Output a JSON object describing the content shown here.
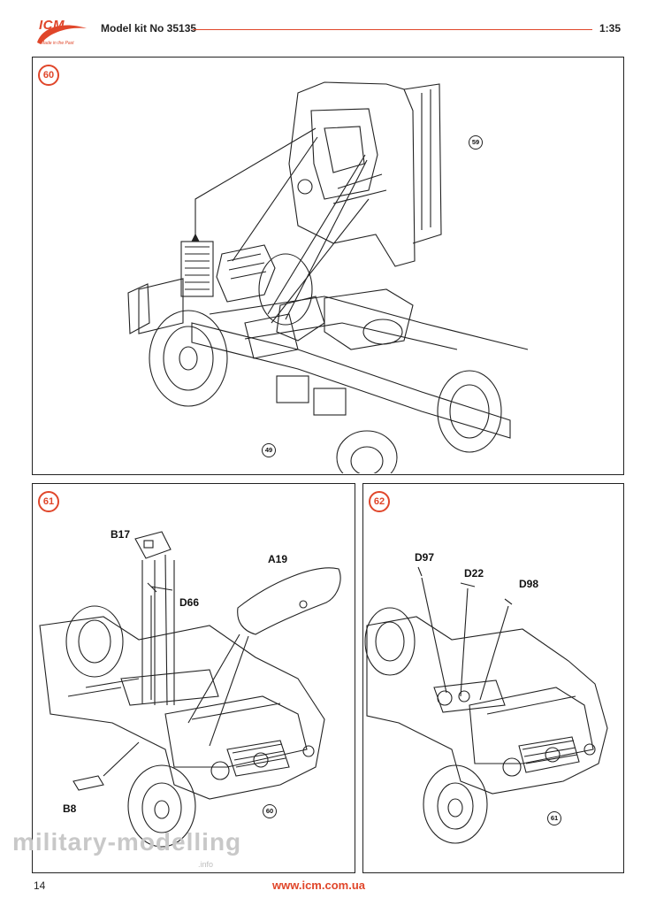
{
  "header": {
    "logo_text": "ICM",
    "logo_tagline": "Made in the Past",
    "kit_title": "Model kit No 35135",
    "scale": "1:35"
  },
  "steps": {
    "step60": {
      "number": "60",
      "ref": "59",
      "ref2": "49"
    },
    "step61": {
      "number": "61",
      "parts": [
        "B17",
        "D66",
        "A19",
        "B8"
      ],
      "ref": "60"
    },
    "step62": {
      "number": "62",
      "parts": [
        "D97",
        "D22",
        "D98"
      ],
      "ref": "61"
    }
  },
  "footer": {
    "page_number": "14",
    "url": "www.icm.com.ua"
  },
  "watermark": {
    "text": "military-modelling",
    "sub": ".info"
  },
  "colors": {
    "accent": "#e0462a",
    "line": "#222222"
  }
}
